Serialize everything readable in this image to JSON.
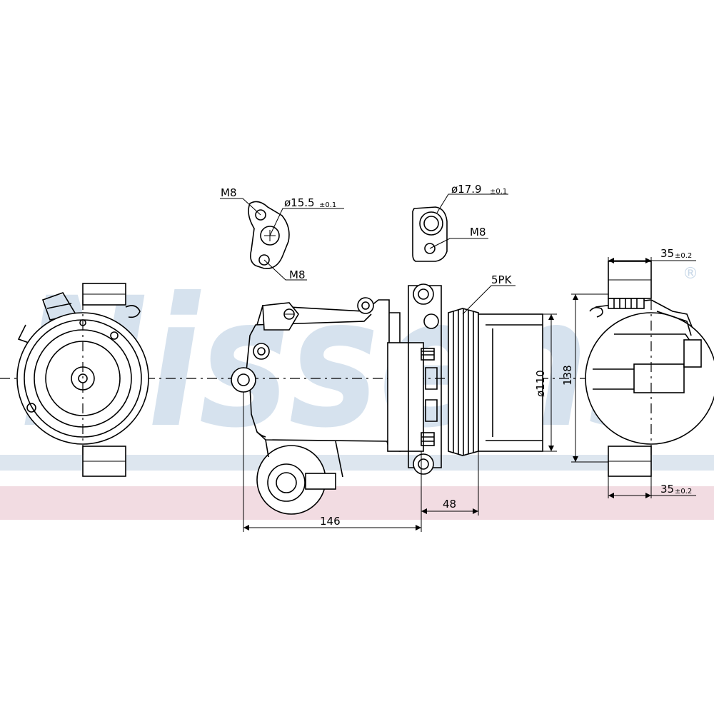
{
  "watermark": {
    "text": "Nissens",
    "registered": "®",
    "color": "#c8d8e8",
    "band_blue": "#dde6ef",
    "band_red": "#f2dce2"
  },
  "flange_left": {
    "thread_top": "M8",
    "diameter": "ø15.5",
    "tol": "±0.1",
    "thread_bottom": "M8"
  },
  "flange_right": {
    "diameter": "ø17.9",
    "tol": "±0.1",
    "thread": "M8"
  },
  "pulley": {
    "type": "5PK",
    "diameter": "ø110"
  },
  "dimensions": {
    "length": "146",
    "pulley_offset": "48",
    "height": "138",
    "side_top": "35",
    "side_top_tol": "±0.2",
    "side_bottom": "35",
    "side_bottom_tol": "±0.2"
  }
}
